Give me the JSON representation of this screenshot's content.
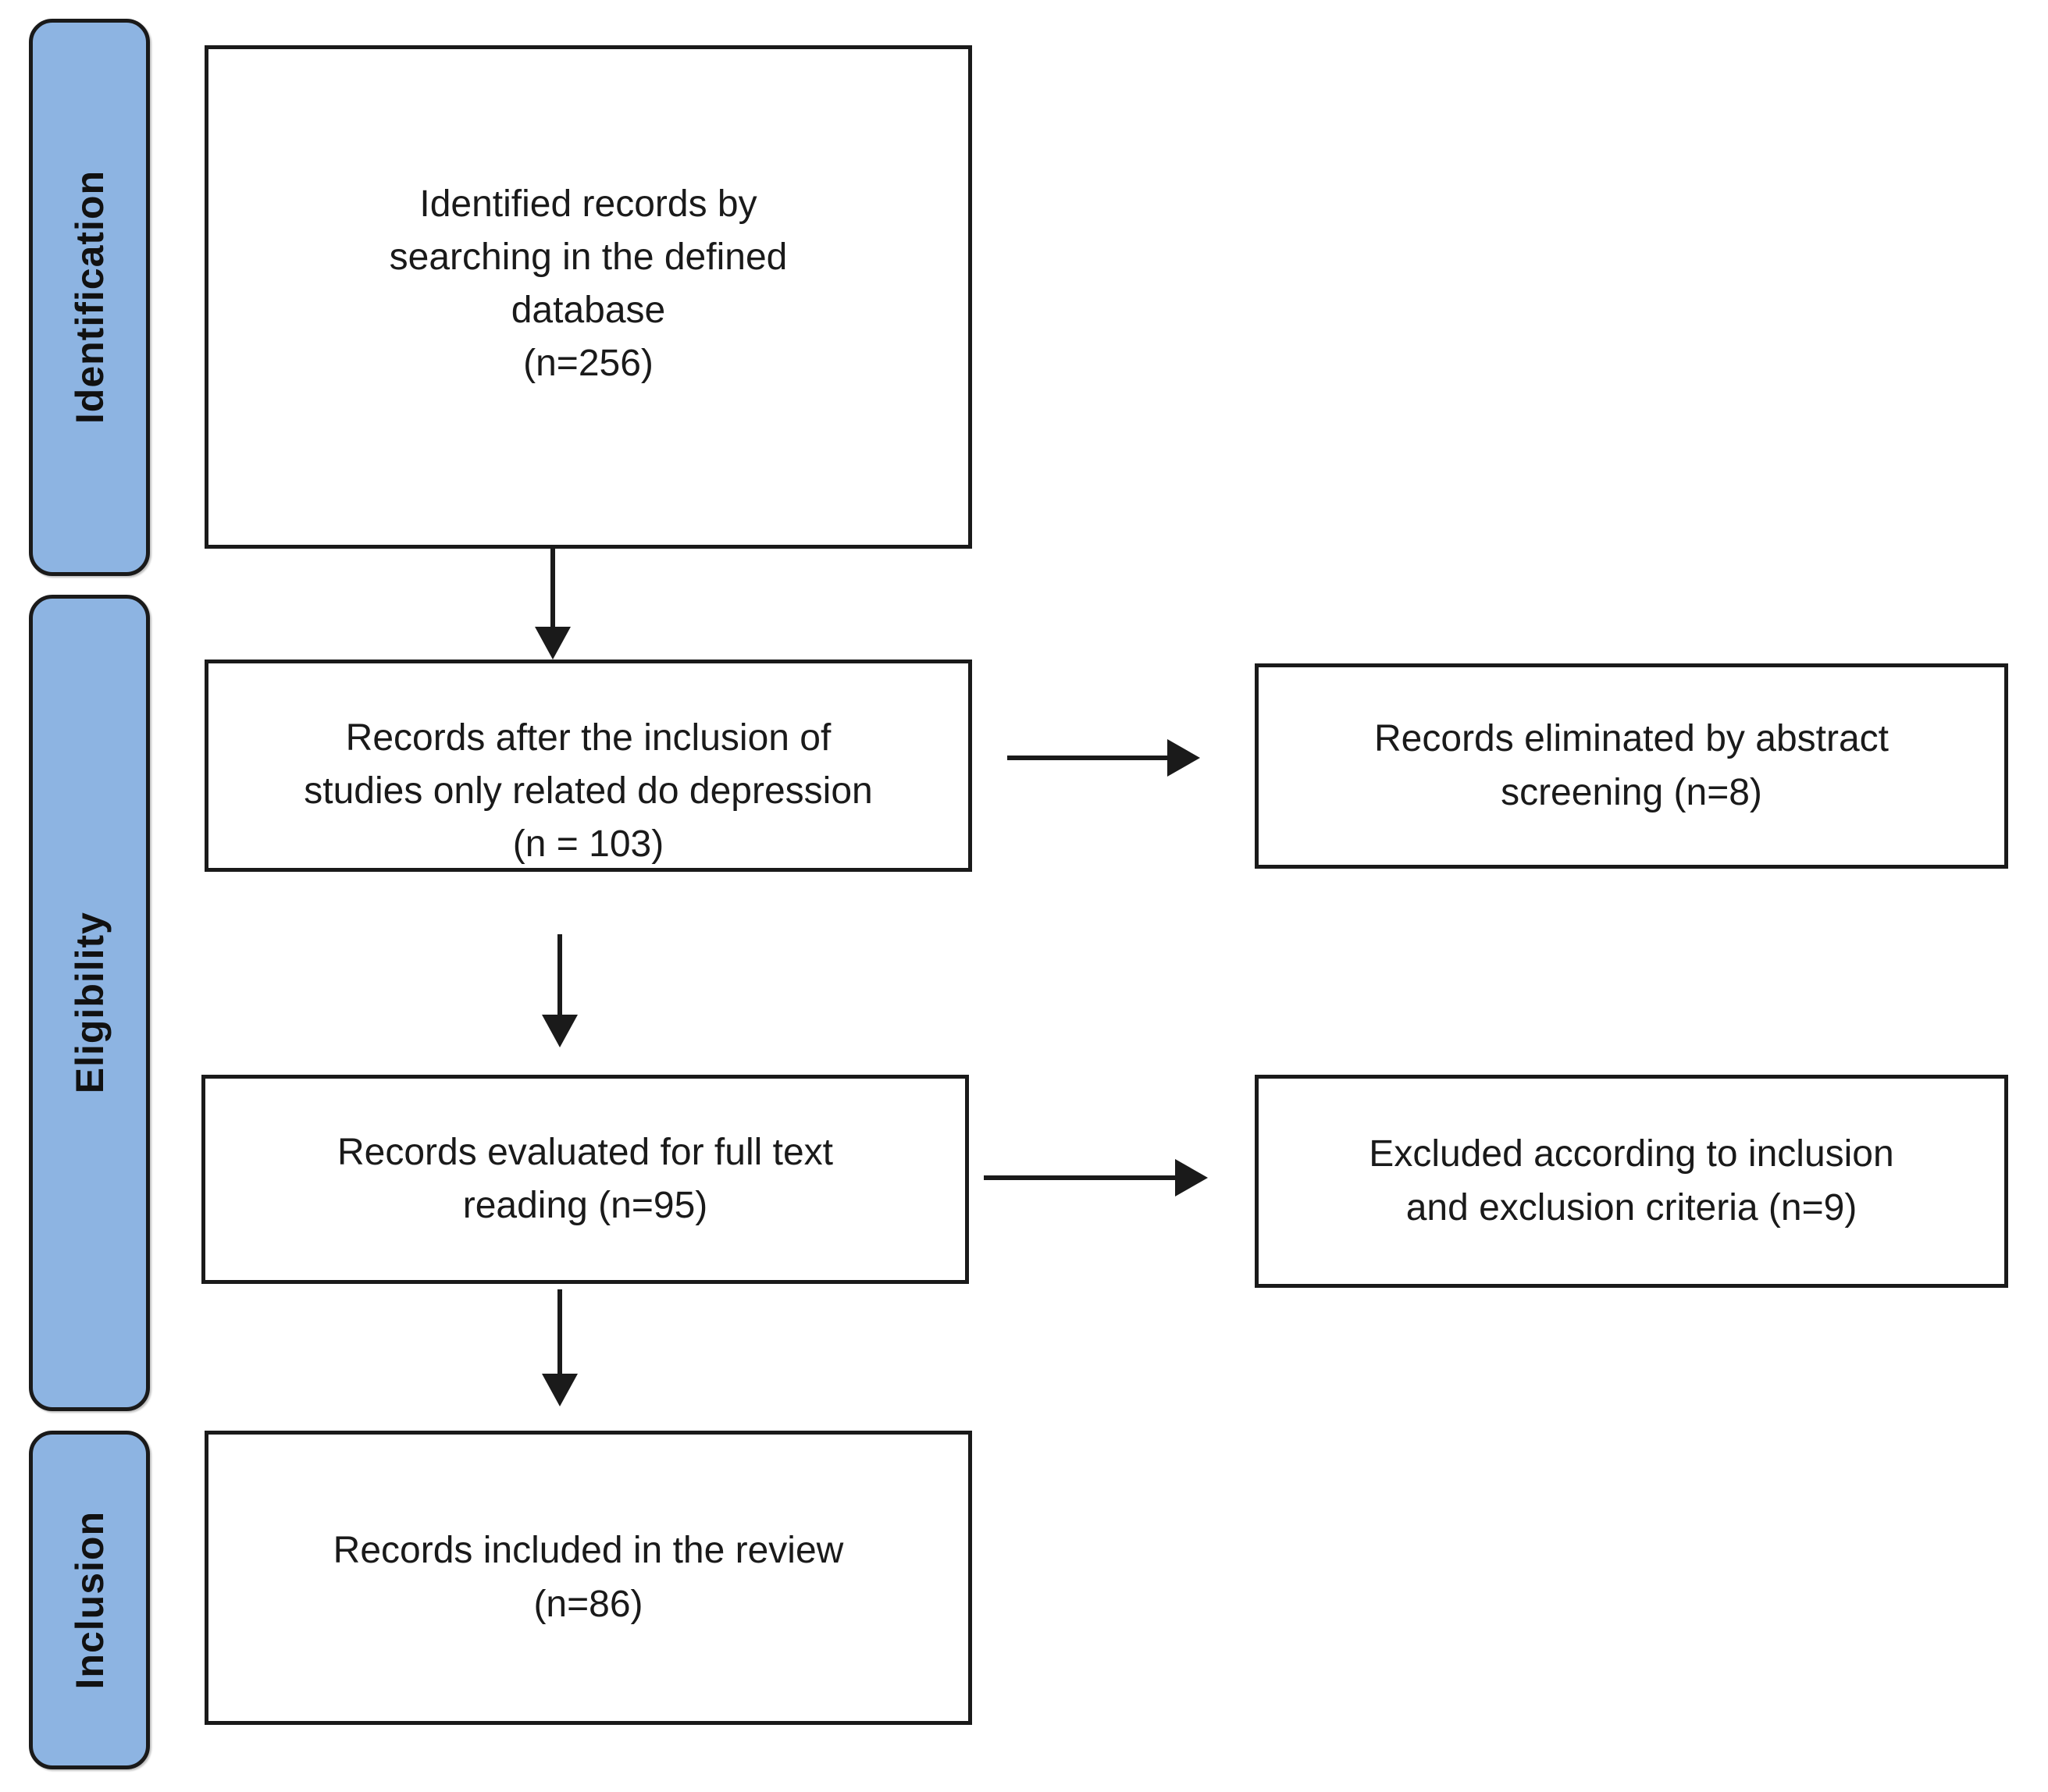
{
  "stages": [
    {
      "label": "Identification"
    },
    {
      "label": "Eligibility"
    },
    {
      "label": "Inclusion"
    }
  ],
  "flow_boxes": {
    "identified": {
      "lines": [
        "Identified records by",
        "searching in the defined",
        "database",
        "(n=256)"
      ],
      "n": 256
    },
    "after_inclusion": {
      "lines": [
        "Records after the inclusion of",
        "studies only related do depression",
        "(n = 103)"
      ],
      "n": 103
    },
    "full_text": {
      "lines": [
        "Records evaluated for full text",
        "reading (n=95)"
      ],
      "n": 95
    },
    "included": {
      "lines": [
        "Records included in the review",
        "(n=86)"
      ],
      "n": 86
    }
  },
  "exclusion_boxes": {
    "abstract_screening": {
      "lines": [
        "Records eliminated by abstract",
        "screening (n=8)"
      ],
      "n": 8
    },
    "criteria": {
      "lines": [
        "Excluded according to inclusion",
        "and exclusion criteria (n=9)"
      ],
      "n": 9
    }
  },
  "colors": {
    "stage_fill": "#8DB4E2",
    "stage_border": "#1A1A1A",
    "box_fill": "#FFFFFF",
    "box_border": "#1A1A1A",
    "arrow": "#1A1A1A",
    "text": "#1A1A1A"
  }
}
